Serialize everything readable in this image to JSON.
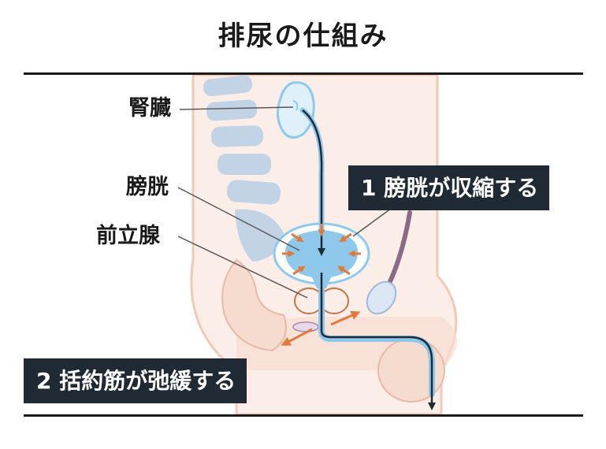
{
  "title": "排尿の仕組み",
  "labels": {
    "kidney": "腎臓",
    "bladder": "膀胱",
    "prostate": "前立腺"
  },
  "callouts": {
    "bladder_contracts": "1 膀胱が収縮する",
    "sphincter_relaxes": "2 括約筋が弛緩する"
  },
  "colors": {
    "urine": "#8ec9ec",
    "spine": "#c3d3e6",
    "skin": "#f6dccf",
    "outline": "#f1c9b9",
    "arrow": "#e07a3c",
    "callout_bg": "#1f2a35",
    "flow": "#1f2a35"
  }
}
